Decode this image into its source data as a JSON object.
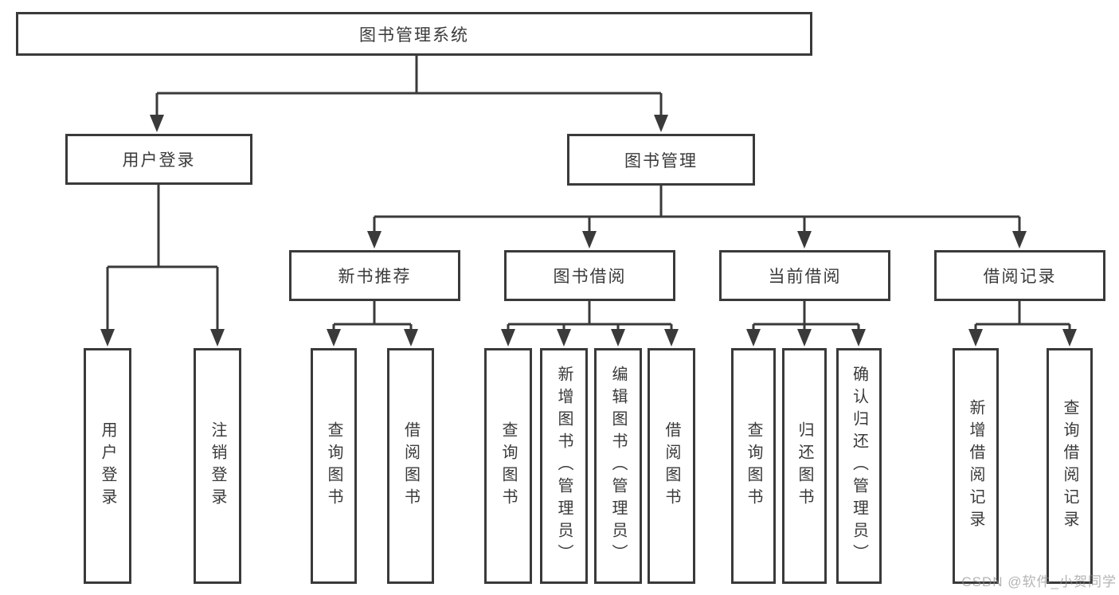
{
  "diagram": {
    "tree": {
      "label": "图书管理系统",
      "children": [
        {
          "label": "用户登录",
          "children": [
            {
              "label": "用户登录"
            },
            {
              "label": "注销登录"
            }
          ]
        },
        {
          "label": "图书管理",
          "children": [
            {
              "label": "新书推荐",
              "children": [
                {
                  "label": "查询图书"
                },
                {
                  "label": "借阅图书"
                }
              ]
            },
            {
              "label": "图书借阅",
              "children": [
                {
                  "label": "查询图书"
                },
                {
                  "label": "新增图书（管理员）"
                },
                {
                  "label": "编辑图书（管理员）"
                },
                {
                  "label": "借阅图书"
                }
              ]
            },
            {
              "label": "当前借阅",
              "children": [
                {
                  "label": "查询图书"
                },
                {
                  "label": "归还图书"
                },
                {
                  "label": "确认归还（管理员）"
                }
              ]
            },
            {
              "label": "借阅记录",
              "children": [
                {
                  "label": "新增借阅记录"
                },
                {
                  "label": "查询借阅记录"
                }
              ]
            }
          ]
        }
      ]
    },
    "colors": {
      "line": "#3a3a3a",
      "box_border": "#3a3a3a",
      "box_fill": "#ffffff",
      "text": "#3a3a3a",
      "background": "#ffffff",
      "watermark": "#8c8c8c"
    }
  },
  "watermark": {
    "text": "CSDN @软件_小贺同学"
  }
}
